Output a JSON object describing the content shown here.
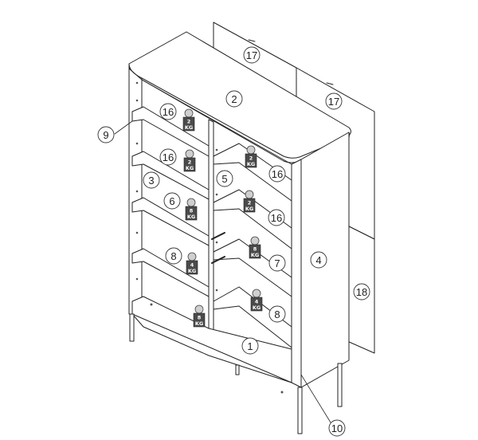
{
  "diagram": {
    "parts": [
      {
        "id": "p1",
        "label": "1"
      },
      {
        "id": "p2",
        "label": "2"
      },
      {
        "id": "p3",
        "label": "3"
      },
      {
        "id": "p4",
        "label": "4"
      },
      {
        "id": "p5",
        "label": "5"
      },
      {
        "id": "p6",
        "label": "6"
      },
      {
        "id": "p7",
        "label": "7"
      },
      {
        "id": "p8a",
        "label": "8"
      },
      {
        "id": "p8b",
        "label": "8"
      },
      {
        "id": "p9",
        "label": "9"
      },
      {
        "id": "p10",
        "label": "10"
      },
      {
        "id": "p16a",
        "label": "16"
      },
      {
        "id": "p16b",
        "label": "16"
      },
      {
        "id": "p16c",
        "label": "16"
      },
      {
        "id": "p16d",
        "label": "16"
      },
      {
        "id": "p17a",
        "label": "17"
      },
      {
        "id": "p17b",
        "label": "17"
      },
      {
        "id": "p18",
        "label": "18"
      }
    ],
    "weights": [
      {
        "id": "w1",
        "value": "2",
        "unit": "KG"
      },
      {
        "id": "w2",
        "value": "2",
        "unit": "KG"
      },
      {
        "id": "w3",
        "value": "2",
        "unit": "KG"
      },
      {
        "id": "w4",
        "value": "2",
        "unit": "KG"
      },
      {
        "id": "w5",
        "value": "8",
        "unit": "KG"
      },
      {
        "id": "w6",
        "value": "8",
        "unit": "KG"
      },
      {
        "id": "w7",
        "value": "4",
        "unit": "KG"
      },
      {
        "id": "w8",
        "value": "4",
        "unit": "KG"
      },
      {
        "id": "w9",
        "value": "8",
        "unit": "KG"
      }
    ]
  }
}
